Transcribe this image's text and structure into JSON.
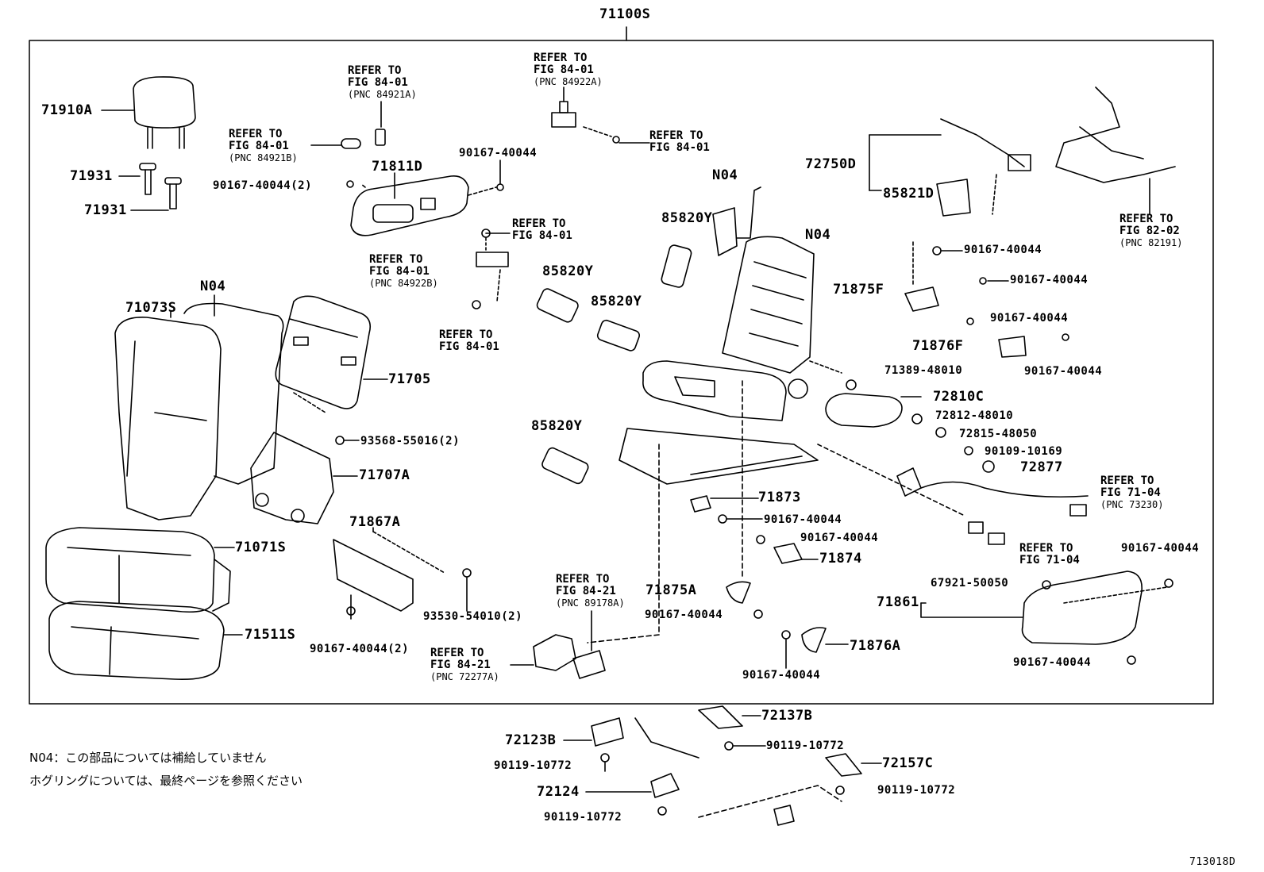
{
  "title_part": "71100S",
  "diagram_id": "713018D",
  "notes": {
    "line1": "N04：この部品については補給していません",
    "line2": "ホグリングについては、最終ページを参照ください"
  },
  "labels": {
    "p71910A": "71910A",
    "p71931a": "71931",
    "p71931b": "71931",
    "p71811D": "71811D",
    "p90167_2a": "90167-40044(2)",
    "p90167_top": "90167-40044",
    "p71073S": "71073S",
    "pN04a": "N04",
    "p71705": "71705",
    "p93568": "93568-55016(2)",
    "p71707A": "71707A",
    "p71071S": "71071S",
    "p71511S": "71511S",
    "p71867A": "71867A",
    "p93530": "93530-54010(2)",
    "p90167_2b": "90167-40044(2)",
    "p85820Y_a": "85820Y",
    "p85820Y_b": "85820Y",
    "p85820Y_c": "85820Y",
    "p85820Y_d": "85820Y",
    "pN04b": "N04",
    "pN04c": "N04",
    "p72750D": "72750D",
    "p85821D": "85821D",
    "p90167_r1": "90167-40044",
    "p90167_r2": "90167-40044",
    "p71875F": "71875F",
    "p90167_r3": "90167-40044",
    "p71876F": "71876F",
    "p90167_r4": "90167-40044",
    "p71389": "71389-48010",
    "p72810C": "72810C",
    "p72812": "72812-48010",
    "p72815": "72815-48050",
    "p90109": "90109-10169",
    "p72877": "72877",
    "p71873": "71873",
    "p90167_m1": "90167-40044",
    "p90167_m2": "90167-40044",
    "p71874": "71874",
    "p71875A": "71875A",
    "p90167_m3": "90167-40044",
    "p71876A": "71876A",
    "p90167_m4": "90167-40044",
    "p71861": "71861",
    "p67921": "67921-50050",
    "p90167_r5": "90167-40044",
    "p90167_r6": "90167-40044",
    "p72137B": "72137B",
    "p72123B": "72123B",
    "p90119_a": "90119-10772",
    "p90119_b": "90119-10772",
    "p72157C": "72157C",
    "p72124": "72124",
    "p90119_c": "90119-10772",
    "p90119_d": "90119-10772"
  },
  "refs": {
    "r1": {
      "l1": "REFER TO",
      "l2": "FIG 84-01",
      "pnc": "(PNC 84921A)"
    },
    "r2": {
      "l1": "REFER TO",
      "l2": "FIG 84-01",
      "pnc": "(PNC 84921B)"
    },
    "r3": {
      "l1": "REFER TO",
      "l2": "FIG 84-01",
      "pnc": "(PNC 84922A)"
    },
    "r4": {
      "l1": "REFER TO",
      "l2": "FIG 84-01"
    },
    "r5": {
      "l1": "REFER TO",
      "l2": "FIG 84-01"
    },
    "r6": {
      "l1": "REFER TO",
      "l2": "FIG 84-01",
      "pnc": "(PNC 84922B)"
    },
    "r7": {
      "l1": "REFER TO",
      "l2": "FIG 84-01"
    },
    "r8": {
      "l1": "REFER TO",
      "l2": "FIG 82-02",
      "pnc": "(PNC 82191)"
    },
    "r9": {
      "l1": "REFER TO",
      "l2": "FIG 71-04",
      "pnc": "(PNC 73230)"
    },
    "r10": {
      "l1": "REFER TO",
      "l2": "FIG 71-04"
    },
    "r11": {
      "l1": "REFER TO",
      "l2": "FIG 84-21",
      "pnc": "(PNC 89178A)"
    },
    "r12": {
      "l1": "REFER TO",
      "l2": "FIG 84-21",
      "pnc": "(PNC 72277A)"
    }
  }
}
